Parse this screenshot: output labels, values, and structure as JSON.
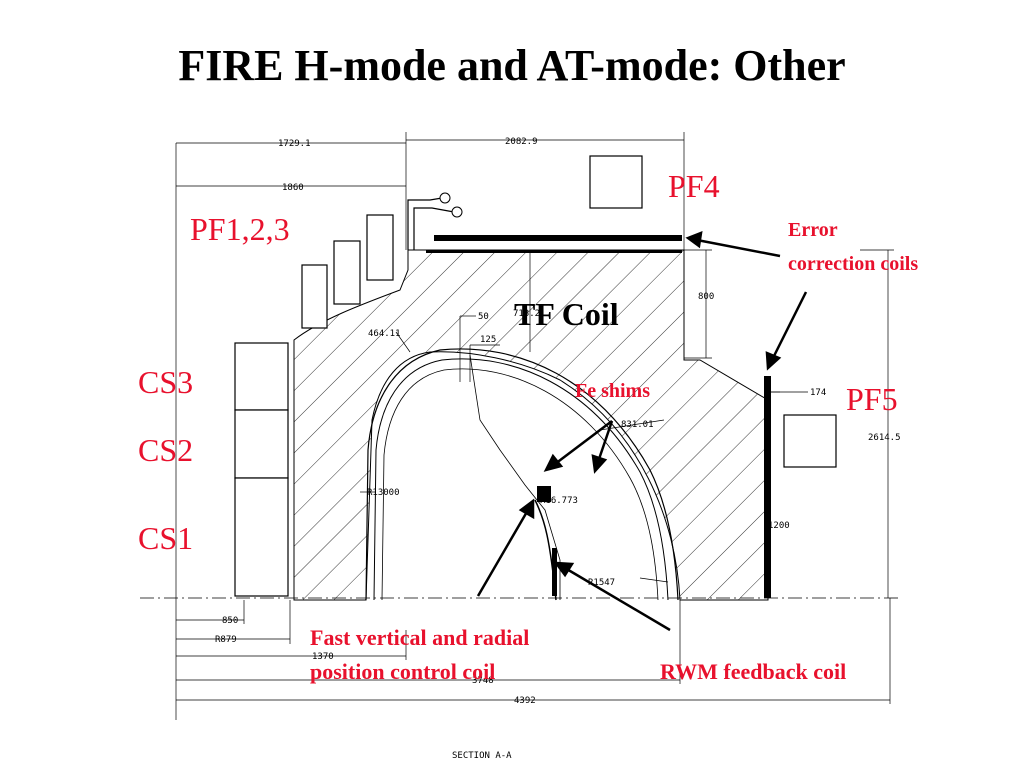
{
  "title": "FIRE H-mode and AT-mode:  Other",
  "labels": {
    "pf123": "PF1,2,3",
    "pf4": "PF4",
    "pf5": "PF5",
    "cs3": "CS3",
    "cs2": "CS2",
    "cs1": "CS1",
    "tf_coil": "TF Coil",
    "fe_shims": "Fe shims",
    "error_coils_1": "Error",
    "error_coils_2": "correction coils",
    "fast_coil_1": "Fast vertical and radial",
    "fast_coil_2": "position control coil",
    "rwm_coil": "RWM feedback coil"
  },
  "dimensions": {
    "d1729": "1729.1",
    "d2082": "2082.9",
    "d1860": "1860",
    "d800": "800",
    "d50": "50",
    "d713": "713.2",
    "d125": "125",
    "d464": "464.11",
    "d174": "174",
    "d2614": "2614.5",
    "d831": "831.01",
    "r13000": "R13000",
    "r16773": "R16.773",
    "d1200": "1200",
    "r1547": "R1547",
    "d850": "850",
    "r879": "R879",
    "d1370": "1370",
    "d3748": "3748",
    "d4392": "4392"
  },
  "section_label": "SECTION  A-A",
  "colors": {
    "label_red": "#e8112d",
    "line_black": "#000000"
  }
}
